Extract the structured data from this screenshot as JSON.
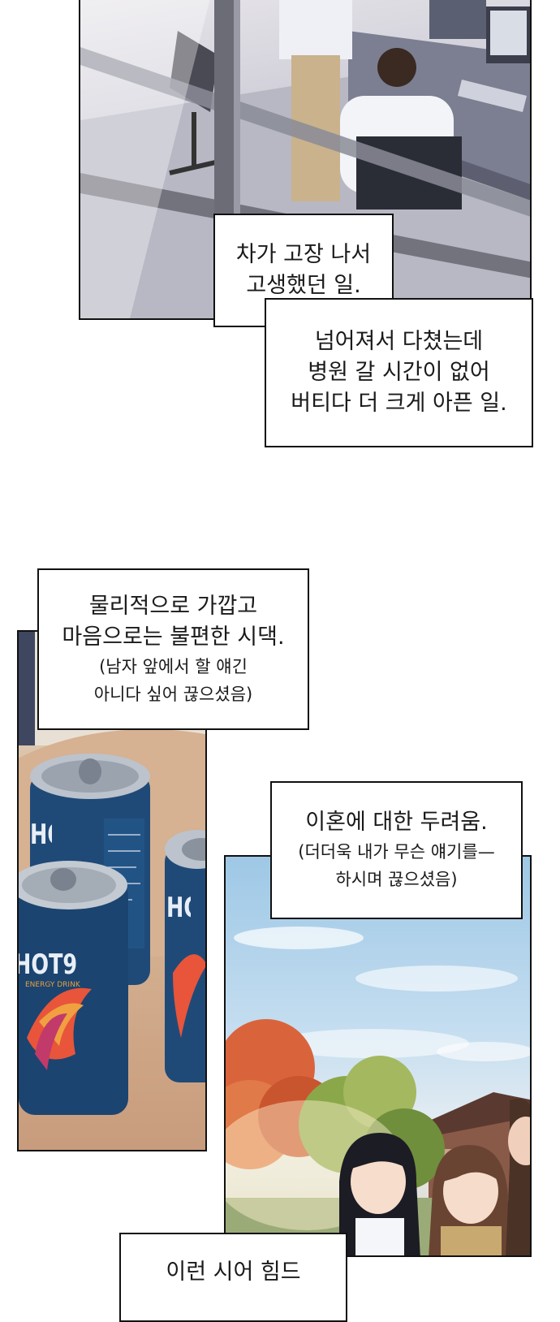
{
  "captions": {
    "office_1": [
      "차가 고장 나서",
      "고생했던 일."
    ],
    "office_2": [
      "넘어져서 다쳤는데",
      "병원 갈 시간이 없어",
      "버티다 더 크게 아픈 일."
    ],
    "cans": {
      "main": [
        "물리적으로 가깝고",
        "마음으로는 불편한 시댁."
      ],
      "aside": [
        "(남자 앞에서 할 얘긴",
        "아니다 싶어 끊으셨음)"
      ]
    },
    "park": {
      "main": [
        "이혼에 대한 두려움."
      ],
      "aside": [
        "(더더욱 내가 무슨 얘기를—",
        "하시며 끊으셨음)"
      ]
    },
    "bottom_partial": "이런 시어 힘드"
  },
  "can_labels": {
    "brand": "HOT9",
    "sub": "ENERGY DRINK"
  },
  "colors": {
    "can_blue": "#1f4a78",
    "can_dark": "#12304f",
    "phoenix": "#e8553a",
    "tree_red": "#d9643c",
    "sky": "#a9cfe8"
  }
}
